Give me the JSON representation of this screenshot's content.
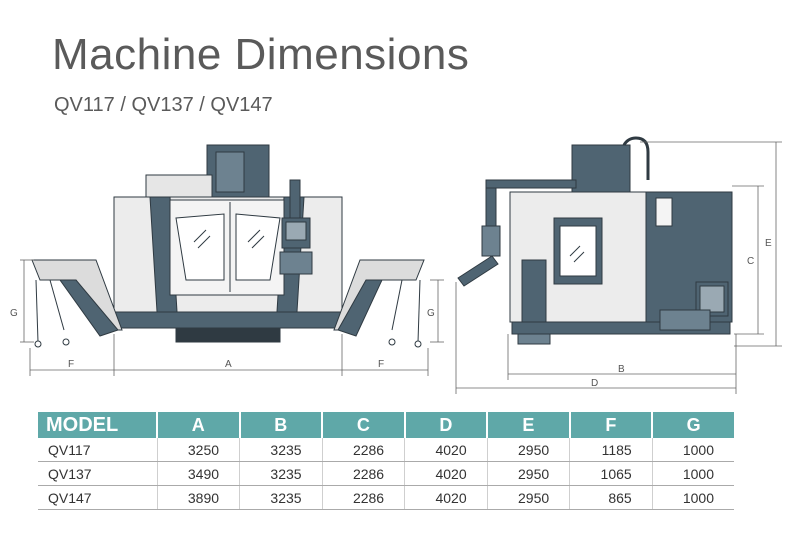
{
  "header": {
    "title": "Machine Dimensions",
    "subtitle": "QV117 / QV137 / QV147"
  },
  "drawing": {
    "front_labels": {
      "g_left": "G",
      "f_left": "F",
      "a": "A",
      "f_right": "F",
      "g_right": "G"
    },
    "side_labels": {
      "b": "B",
      "d": "D",
      "c": "C",
      "e": "E"
    }
  },
  "table": {
    "columns": [
      "MODEL",
      "A",
      "B",
      "C",
      "D",
      "E",
      "F",
      "G"
    ],
    "rows": [
      [
        "QV117",
        "3250",
        "3235",
        "2286",
        "4020",
        "2950",
        "1185",
        "1000"
      ],
      [
        "QV137",
        "3490",
        "3235",
        "2286",
        "4020",
        "2950",
        "1065",
        "1000"
      ],
      [
        "QV147",
        "3890",
        "3235",
        "2286",
        "4020",
        "2950",
        "865",
        "1000"
      ]
    ]
  },
  "colors": {
    "header_teal": "#5fa8a8",
    "machine_slate": "#4f6472",
    "panel_gray": "#e8e8e8"
  }
}
